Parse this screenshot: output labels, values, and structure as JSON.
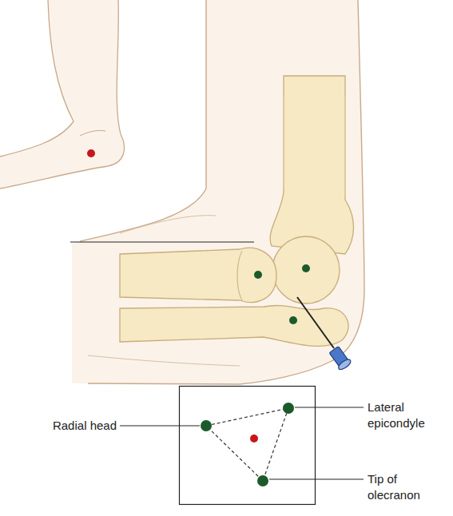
{
  "diagram": {
    "labels": [
      "Radial head",
      "Lateral epicondyle",
      "Tip of olecranon"
    ]
  }
}
